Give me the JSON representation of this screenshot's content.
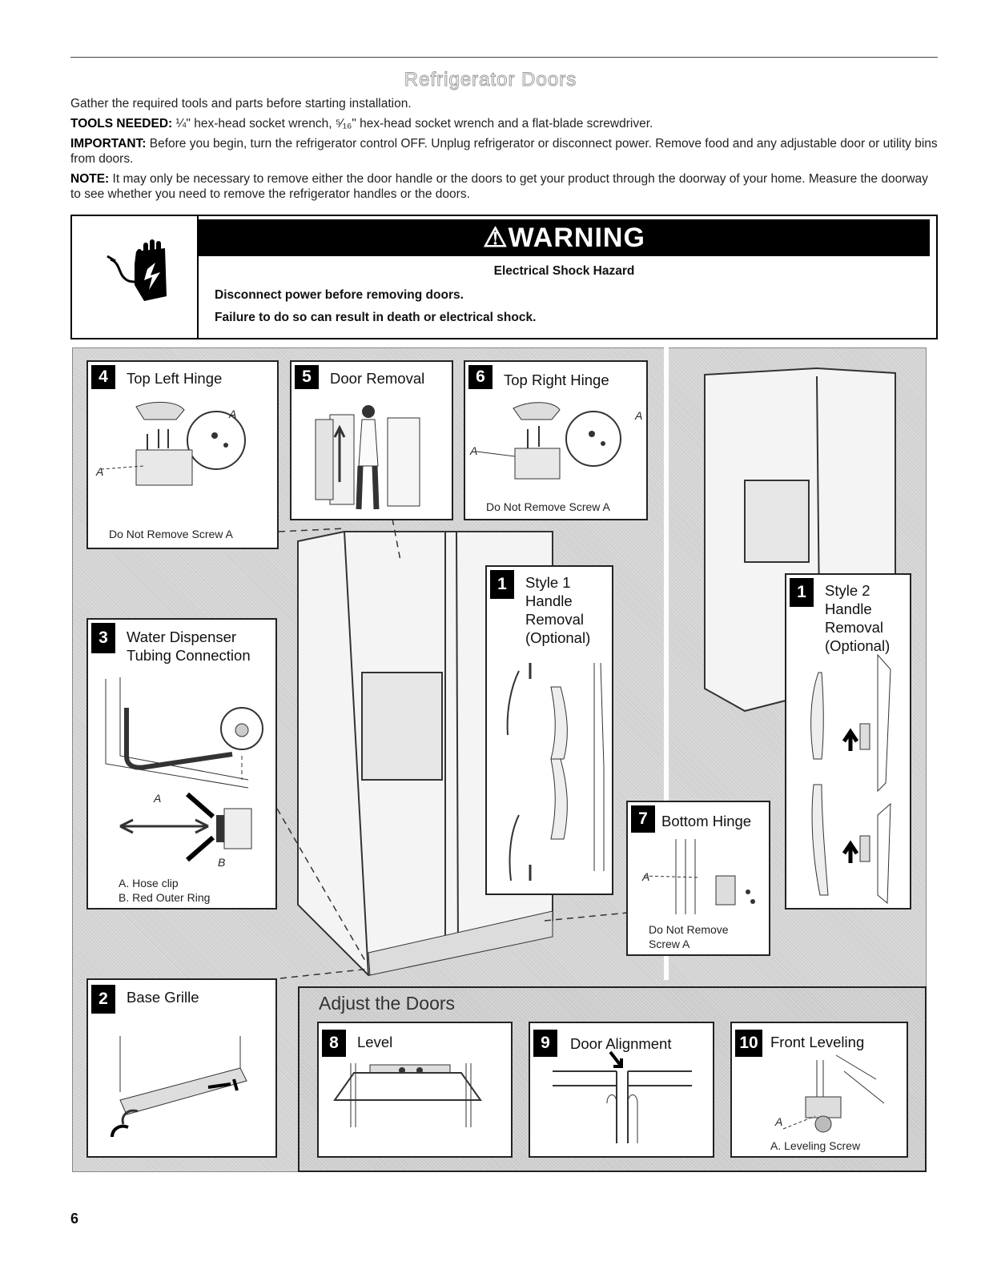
{
  "page_title": "Refrigerator Doors",
  "intro": {
    "line1": "Gather the required tools and parts before starting installation.",
    "tools_label": "TOOLS NEEDED:",
    "tools_text": " ¼\" hex-head socket wrench, ⁵⁄₁₆\" hex-head socket wrench and a flat-blade screwdriver.",
    "important_label": "IMPORTANT:",
    "important_text": " Before you begin, turn the refrigerator control OFF. Unplug refrigerator or disconnect power. Remove food and any adjustable door or utility bins from doors.",
    "note_label": "NOTE:",
    "note_text": " It may only be necessary to remove either the door handle or the doors to get your product through the doorway of your home. Measure the doorway to see whether you need to remove the refrigerator handles or the doors."
  },
  "warning": {
    "title": "⚠WARNING",
    "subtitle": "Electrical Shock Hazard",
    "line1": "Disconnect power before removing doors.",
    "line2": "Failure to do so can result in death or electrical shock.",
    "icon": "electric-shock-hand-icon"
  },
  "steps": {
    "top_left_hinge": {
      "num": "4",
      "title": "Top Left Hinge",
      "label_a": "A",
      "caption": "Do Not Remove Screw A"
    },
    "door_removal": {
      "num": "5",
      "title": "Door Removal"
    },
    "top_right_hinge": {
      "num": "6",
      "title": "Top Right Hinge",
      "label_a": "A",
      "caption": "Do Not Remove Screw A"
    },
    "style1": {
      "num": "1",
      "title": "Style 1\nHandle\nRemoval\n(Optional)"
    },
    "style2": {
      "num": "1",
      "title": "Style 2\nHandle\nRemoval\n(Optional)"
    },
    "water": {
      "num": "3",
      "title": "Water Dispenser\nTubing Connection",
      "label_a": "A",
      "label_b": "B",
      "caption_a": "A. Hose clip",
      "caption_b": "B. Red Outer Ring"
    },
    "bottom_hinge": {
      "num": "7",
      "title": "Bottom Hinge",
      "label_a": "A",
      "caption": "Do Not Remove\nScrew A"
    },
    "base_grille": {
      "num": "2",
      "title": "Base Grille"
    },
    "level": {
      "num": "8",
      "title": "Level"
    },
    "door_alignment": {
      "num": "9",
      "title": "Door Alignment"
    },
    "front_leveling": {
      "num": "10",
      "title": "Front Leveling",
      "label_a": "A",
      "caption": "A. Leveling Screw"
    }
  },
  "adjust_title": "Adjust the Doors",
  "page_number": "6"
}
